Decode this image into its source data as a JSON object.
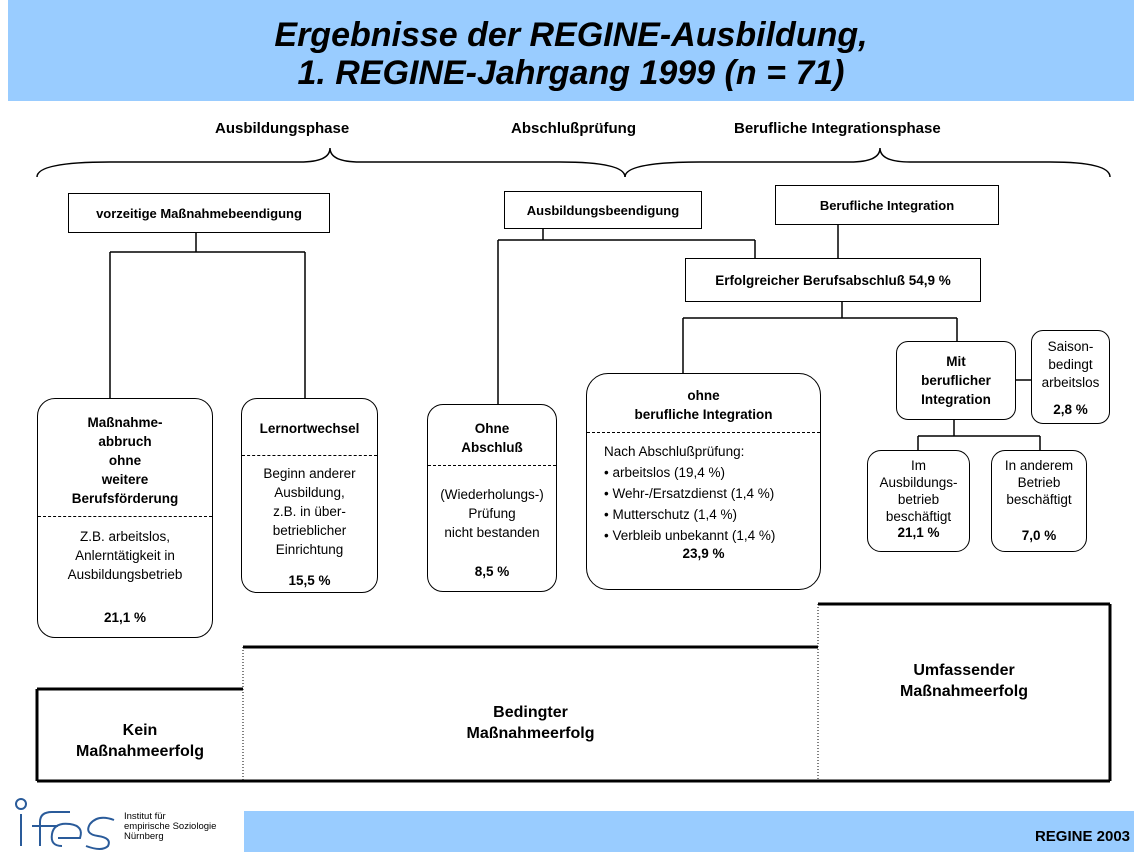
{
  "header": {
    "title_line1": "Ergebnisse der REGINE-Ausbildung,",
    "title_line2": "1. REGINE-Jahrgang 1999 (n = 71)"
  },
  "phases": {
    "ausbildung": "Ausbildungsphase",
    "pruefung": "Abschlußprüfung",
    "integration": "Berufliche Integrationsphase"
  },
  "nodes": {
    "vorzeitig": "vorzeitige Maßnahmebeendigung",
    "ausbildungsbeendigung": "Ausbildungsbeendigung",
    "berufliche_integration": "Berufliche Integration",
    "erfolgreich": "Erfolgreicher Berufsabschluß  54,9 %"
  },
  "cards": {
    "abbruch": {
      "head": [
        "Maßnahme-",
        "abbruch",
        "ohne",
        "weitere",
        "Berufsförderung"
      ],
      "body": [
        "Z.B. arbeitslos,",
        "Anlerntätigkeit in",
        "Ausbildungsbetrieb"
      ],
      "pct": "21,1 %"
    },
    "lernort": {
      "head": [
        "Lernortwechsel"
      ],
      "body": [
        "Beginn anderer",
        "Ausbildung,",
        "z.B.  in über-",
        "betrieblicher",
        "Einrichtung"
      ],
      "pct": "15,5 %"
    },
    "ohne_abschluss": {
      "head": [
        "Ohne",
        "Abschluß"
      ],
      "body": [
        "(Wiederholungs-)",
        "Prüfung",
        "nicht bestanden"
      ],
      "pct": "8,5 %"
    },
    "ohne_integration": {
      "head": [
        "ohne",
        "berufliche Integration"
      ],
      "intro": "Nach Abschlußprüfung:",
      "bullets": [
        "• arbeitslos (19,4 %)",
        "• Wehr-/Ersatzdienst (1,4 %)",
        "• Mutterschutz (1,4 %)",
        "• Verbleib unbekannt (1,4 %)"
      ],
      "pct": "23,9 %"
    },
    "mit_integration": {
      "head": [
        "Mit",
        "beruflicher",
        "Integration"
      ]
    },
    "saison": {
      "body": [
        "Saison-",
        "bedingt",
        "arbeitslos"
      ],
      "pct": "2,8 %"
    },
    "im_betrieb": {
      "body": [
        "Im",
        "Ausbildungs-",
        "betrieb",
        "beschäftigt"
      ],
      "pct": "21,1 %"
    },
    "anderer_betrieb": {
      "body": [
        "In anderem",
        "Betrieb",
        "beschäftigt"
      ],
      "pct": "7,0 %"
    }
  },
  "outcomes": {
    "kein": [
      "Kein",
      "Maßnahmeerfolg"
    ],
    "bedingt": [
      "Bedingter",
      "Maßnahmeerfolg"
    ],
    "umfassend": [
      "Umfassender",
      "Maßnahmeerfolg"
    ]
  },
  "footer": {
    "logo_lines": [
      "Institut für",
      "empirische Soziologie",
      "Nürnberg"
    ],
    "right_label": "REGINE 2003"
  },
  "colors": {
    "header_bg": "#99ccff",
    "footer_bg": "#99ccff"
  }
}
